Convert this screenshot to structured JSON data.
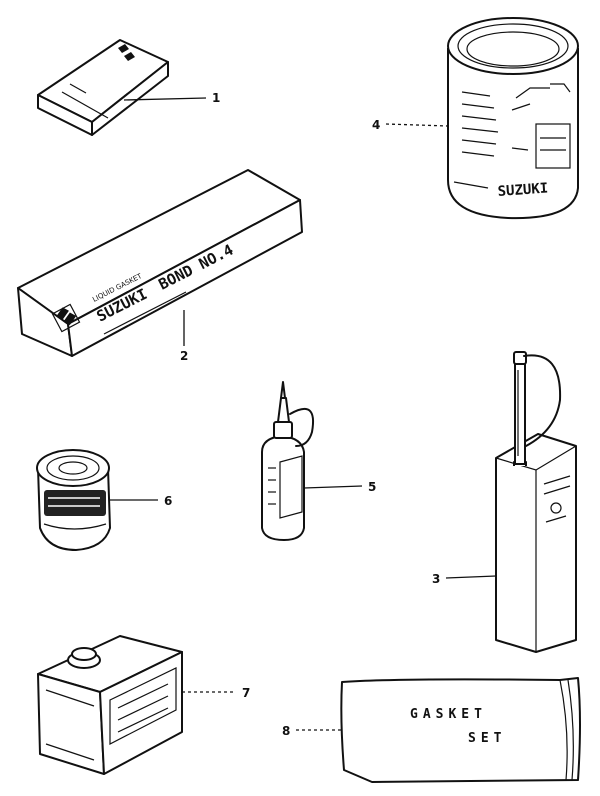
{
  "callouts": {
    "c1": "1",
    "c2": "2",
    "c3": "3",
    "c4": "4",
    "c5": "5",
    "c6": "6",
    "c7": "7",
    "c8": "8"
  },
  "labels": {
    "bond_header": "LIQUID GASKET",
    "bond_brand": "SUZUKI",
    "bond_name": "BOND NO.4",
    "can_brand": "SUZUKI",
    "gasket_line1": "GASKET",
    "gasket_line2": "SET"
  }
}
